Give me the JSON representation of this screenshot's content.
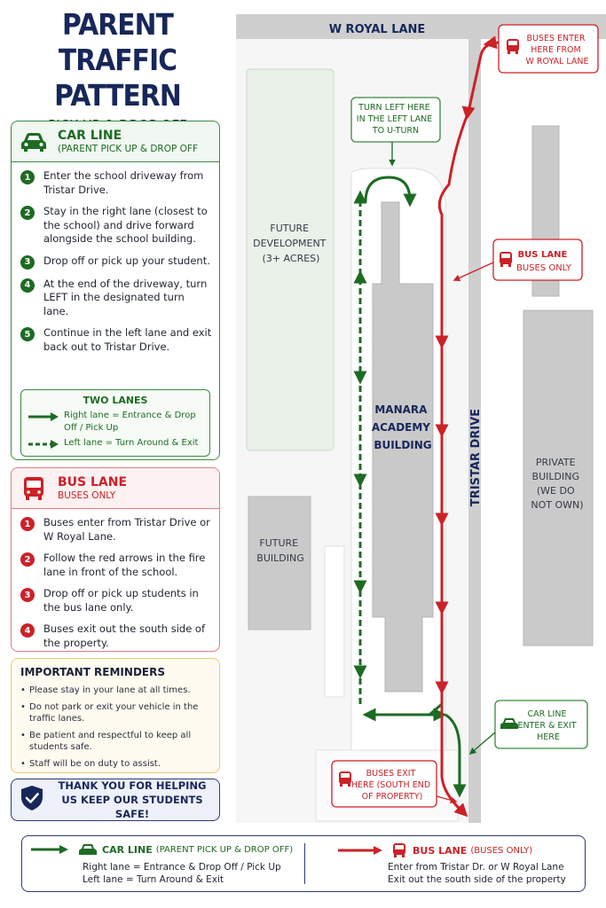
{
  "header": {
    "title_line1": "PARENT TRAFFIC",
    "title_line2": "PATTERN",
    "subtitle": "PICK UP & DROP OFF"
  },
  "car_line": {
    "title": "CAR LINE",
    "subtitle": "(PARENT PICK UP & DROP OFF",
    "steps": [
      {
        "num": "1",
        "text": "Enter the school driveway from Tristar Drive."
      },
      {
        "num": "2",
        "text": "Stay in the right lane (closest to the school) and drive forward alongside the school building."
      },
      {
        "num": "3",
        "text": "Drop off or pick up your student."
      },
      {
        "num": "4",
        "text": "At the end of the driveway, turn LEFT in the designated turn lane."
      },
      {
        "num": "5",
        "text": "Continue in the left lane and exit back out to Tristar Drive."
      }
    ],
    "two_lanes": {
      "title": "TWO LANES",
      "right_lane": "Right lane = Entrance & Drop Off / Pick Up",
      "left_lane": "Left lane = Turn Around & Exit"
    }
  },
  "bus_lane": {
    "title": "BUS LANE",
    "subtitle": "BUSES ONLY",
    "steps": [
      {
        "num": "1",
        "text": "Buses enter from Tristar Drive or W Royal Lane."
      },
      {
        "num": "2",
        "text": "Follow the red arrows in the fire lane in front of the school."
      },
      {
        "num": "3",
        "text": "Drop off or pick up students in the bus lane only."
      },
      {
        "num": "4",
        "text": "Buses exit out the south side of the property."
      }
    ]
  },
  "reminders": {
    "title": "IMPORTANT REMINDERS",
    "items": [
      "Please stay in your lane at all times.",
      "Do not park or exit your vehicle in the traffic lanes.",
      "Be patient and respectful to keep all students safe.",
      "Staff will be on duty to assist."
    ]
  },
  "thanks": {
    "line1": "THANK YOU FOR HELPING",
    "line2": "US KEEP OUR STUDENTS SAFE!"
  },
  "map": {
    "road_top": "W ROYAL LANE",
    "road_right": "TRISTAR DRIVE",
    "future_development": [
      "FUTURE",
      "DEVELOPMENT",
      "(3+ ACRES)"
    ],
    "future_building": [
      "FUTURE",
      "BUILDING"
    ],
    "school_building": [
      "MANARA",
      "ACADEMY",
      "BUILDING"
    ],
    "private_building": [
      "PRIVATE",
      "BUILDING",
      "(WE DO",
      "NOT OWN)"
    ],
    "callouts": {
      "turn_left": [
        "TURN LEFT HERE",
        "IN THE LEFT LANE",
        "TO U-TURN"
      ],
      "buses_enter": [
        "BUSES ENTER",
        "HERE FROM",
        "W ROYAL LANE"
      ],
      "bus_lane": [
        "BUS LANE",
        "BUSES ONLY"
      ],
      "car_line_enter": [
        "CAR LINE",
        "ENTER & EXIT",
        "HERE"
      ],
      "buses_exit": [
        "BUSES EXIT",
        "HERE (SOUTH END",
        "OF PROPERTY)"
      ]
    }
  },
  "legend": {
    "car_title": "CAR LINE",
    "car_sub": "(PARENT PICK UP & DROP OFF)",
    "car_line1": "Right lane = Entrance & Drop Off / Pick Up",
    "car_line2": "Left lane = Turn Around & Exit",
    "bus_title": "BUS LANE",
    "bus_sub": "(BUSES ONLY)",
    "bus_line1": "Enter from Tristar Dr. or W Royal Lane",
    "bus_line2": "Exit out the south side of the property"
  },
  "colors": {
    "navy": "#17275a",
    "car_green": "#1d6b23",
    "bus_red": "#cc2127",
    "building_gray": "#c9c9c9"
  }
}
